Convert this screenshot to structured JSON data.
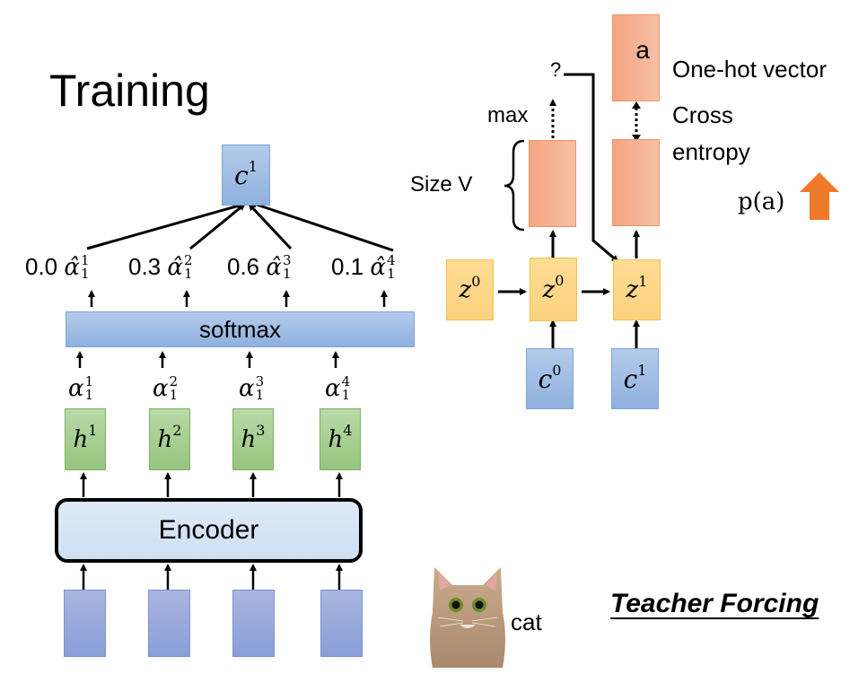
{
  "slide": {
    "title": "Training",
    "footer_label": "Teacher Forcing"
  },
  "encoder": {
    "label": "Encoder",
    "input_label": "cat",
    "input_image": "cat-photo",
    "hidden_states": [
      {
        "base": "h",
        "sup": "1"
      },
      {
        "base": "h",
        "sup": "2"
      },
      {
        "base": "h",
        "sup": "3"
      },
      {
        "base": "h",
        "sup": "4"
      }
    ],
    "attention_scores": [
      {
        "base": "α",
        "sup": "1",
        "sub": "1"
      },
      {
        "base": "α",
        "sup": "2",
        "sub": "1"
      },
      {
        "base": "α",
        "sup": "3",
        "sub": "1"
      },
      {
        "base": "α",
        "sup": "4",
        "sub": "1"
      }
    ]
  },
  "softmax": {
    "label": "softmax",
    "outputs": [
      {
        "weight": "0.0",
        "base": "α̂",
        "sup": "1",
        "sub": "1"
      },
      {
        "weight": "0.3",
        "base": "α̂",
        "sup": "2",
        "sub": "1"
      },
      {
        "weight": "0.6",
        "base": "α̂",
        "sup": "3",
        "sub": "1"
      },
      {
        "weight": "0.1",
        "base": "α̂",
        "sup": "4",
        "sub": "1"
      }
    ]
  },
  "context": {
    "base": "c",
    "sup": "1"
  },
  "decoder": {
    "states": [
      {
        "base": "z",
        "sup": "0"
      },
      {
        "base": "z",
        "sup": "0"
      },
      {
        "base": "z",
        "sup": "1"
      }
    ],
    "contexts": [
      {
        "base": "c",
        "sup": "0"
      },
      {
        "base": "c",
        "sup": "1"
      }
    ],
    "size_label": "Size V",
    "max_label": "max",
    "predicted_token": "?",
    "target_token": "a",
    "target_label": "One-hot vector",
    "loss_label_line1": "Cross",
    "loss_label_line2": "entropy",
    "prob_label": "p(a)",
    "prob_direction": "increase",
    "arrow_color": "#ef7a2a"
  },
  "colors": {
    "context_blue": "#9dbbe4",
    "hidden_green": "#a9cf93",
    "output_orange": "#f4b08f",
    "state_yellow": "#fdd78a",
    "input_purple_blue": "#98a9dc"
  }
}
